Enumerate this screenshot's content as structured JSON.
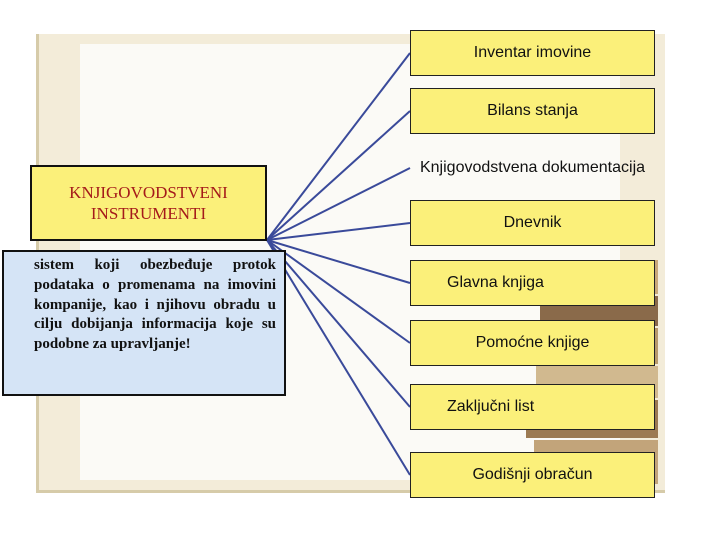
{
  "diagram": {
    "title": "KNJIGOVODSTVENI INSTRUMENTI",
    "description": "sistem koji obezbeđuje protok podataka o promenama na imovini kompanije, kao i njihovu obradu u cilju dobijanja informacija koje su podobne za upravljanje!",
    "items": [
      {
        "label": "Inventar imovine"
      },
      {
        "label": "Bilans stanja"
      },
      {
        "label": "Knjigovodstvena dokumentacija"
      },
      {
        "label": "Dnevnik"
      },
      {
        "label": "Glavna knjiga"
      },
      {
        "label": "Pomoćne knjige"
      },
      {
        "label": "Zaključni list"
      },
      {
        "label": "Godišnji obračun"
      }
    ],
    "colors": {
      "box_fill": "#fbf07a",
      "title_text": "#a51a1a",
      "description_fill": "#d5e4f6",
      "connector": "#3a4a9a"
    }
  }
}
